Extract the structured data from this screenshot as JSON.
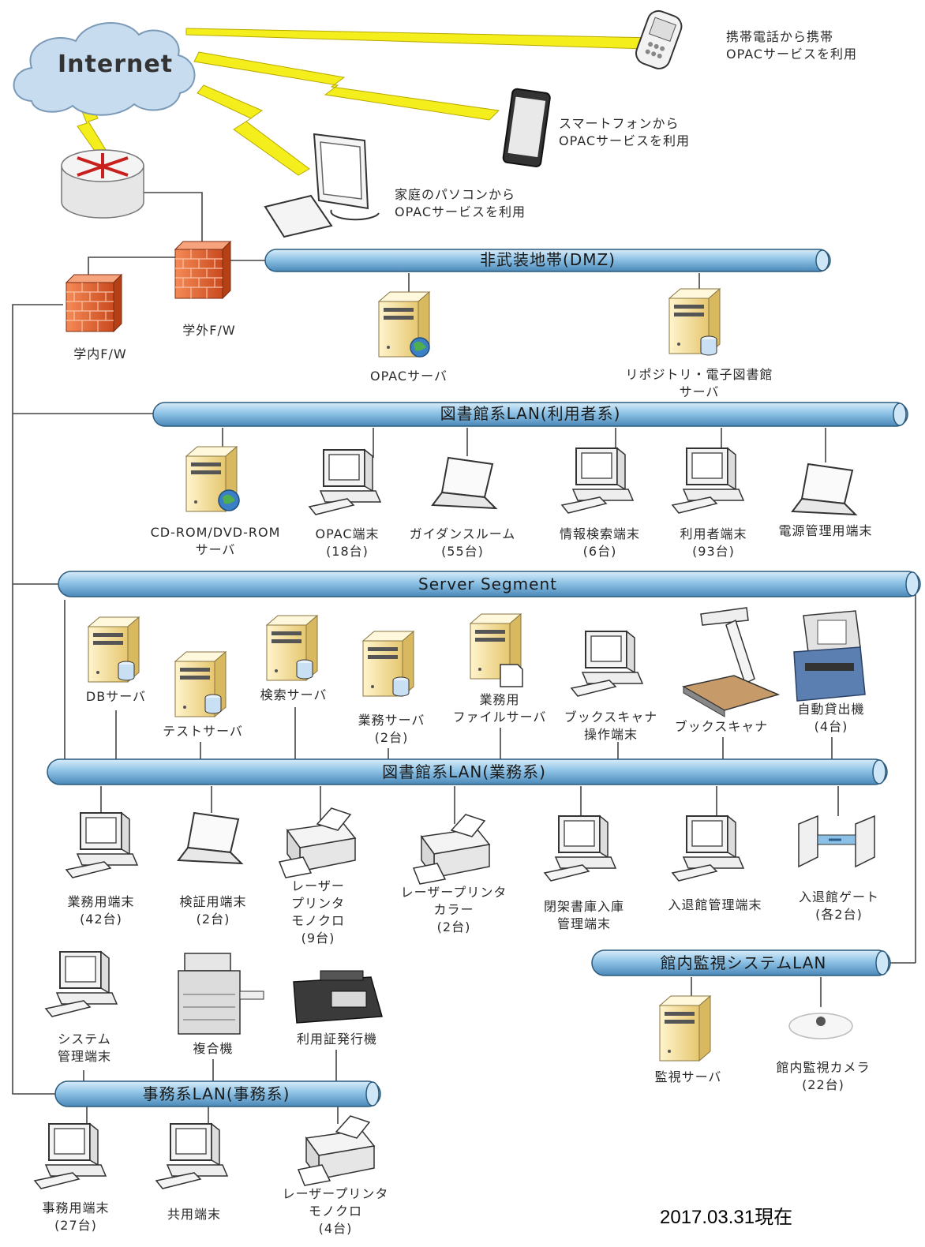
{
  "internet": "Internet",
  "external": {
    "mobile": [
      "携帯電話から携帯",
      "OPACサービスを利用"
    ],
    "smartphone": [
      "スマートフォンから",
      "OPACサービスを利用"
    ],
    "home_pc": [
      "家庭のパソコンから",
      "OPACサービスを利用"
    ]
  },
  "firewalls": {
    "outer": "学外F/W",
    "inner": "学内F/W"
  },
  "buses": {
    "dmz": "非武装地帯(DMZ)",
    "user_lan": "図書館系LAN(利用者系)",
    "server_segment": "Server Segment",
    "business_lan": "図書館系LAN(業務系)",
    "surveillance_lan": "館内監視システムLAN",
    "office_lan": "事務系LAN(事務系)"
  },
  "dmz_devices": {
    "opac_server": [
      "OPACサーバ"
    ],
    "repository_server": [
      "リポジトリ・電子図書館",
      "サーバ"
    ]
  },
  "user_devices": {
    "cdrom_server": [
      "CD-ROM/DVD-ROM",
      "サーバ"
    ],
    "opac_terminal": [
      "OPAC端末",
      "(18台)"
    ],
    "guidance_room": [
      "ガイダンスルーム",
      "(55台)"
    ],
    "info_search": [
      "情報検索端末",
      "(6台)"
    ],
    "user_terminal": [
      "利用者端末",
      "(93台)"
    ],
    "power_mgmt": [
      "電源管理用端末"
    ]
  },
  "server_devices": {
    "db_server": [
      "DBサーバ"
    ],
    "test_server": [
      "テストサーバ"
    ],
    "search_server": [
      "検索サーバ"
    ],
    "business_server": [
      "業務サーバ",
      "(2台)"
    ],
    "file_server": [
      "業務用",
      "ファイルサーバ"
    ],
    "scanner_terminal": [
      "ブックスキャナ",
      "操作端末"
    ],
    "book_scanner": [
      "ブックスキャナ"
    ],
    "auto_lending": [
      "自動貸出機",
      "(4台)"
    ]
  },
  "business_devices": {
    "business_terminal": [
      "業務用端末",
      "(42台)"
    ],
    "verify_terminal": [
      "検証用端末",
      "(2台)"
    ],
    "laser_mono": [
      "レーザー",
      "プリンタ",
      "モノクロ",
      "(9台)"
    ],
    "laser_color": [
      "レーザープリンタ",
      "カラー",
      "(2台)"
    ],
    "closed_stack": [
      "閉架書庫入庫",
      "管理端末"
    ],
    "entry_mgmt": [
      "入退館管理端末"
    ],
    "entry_gate": [
      "入退館ゲート",
      "(各2台)"
    ]
  },
  "surveillance_devices": {
    "monitor_server": [
      "監視サーバ"
    ],
    "camera": [
      "館内監視カメラ",
      "(22台)"
    ]
  },
  "office_devices": {
    "system_mgmt": [
      "システム",
      "管理端末"
    ],
    "mfp": [
      "複合機"
    ],
    "card_issuer": [
      "利用証発行機"
    ],
    "office_terminal": [
      "事務用端末",
      "(27台)"
    ],
    "shared_terminal": [
      "共用端末"
    ],
    "office_printer": [
      "レーザープリンタ",
      "モノクロ",
      "(4台)"
    ]
  },
  "date": "2017.03.31現在",
  "colors": {
    "bus": "#8fc3e6",
    "bus_edge": "#2c5b7d",
    "firewall": "#e0683a",
    "server": "#f2dc9c",
    "lightning": "#f4ee1c"
  }
}
